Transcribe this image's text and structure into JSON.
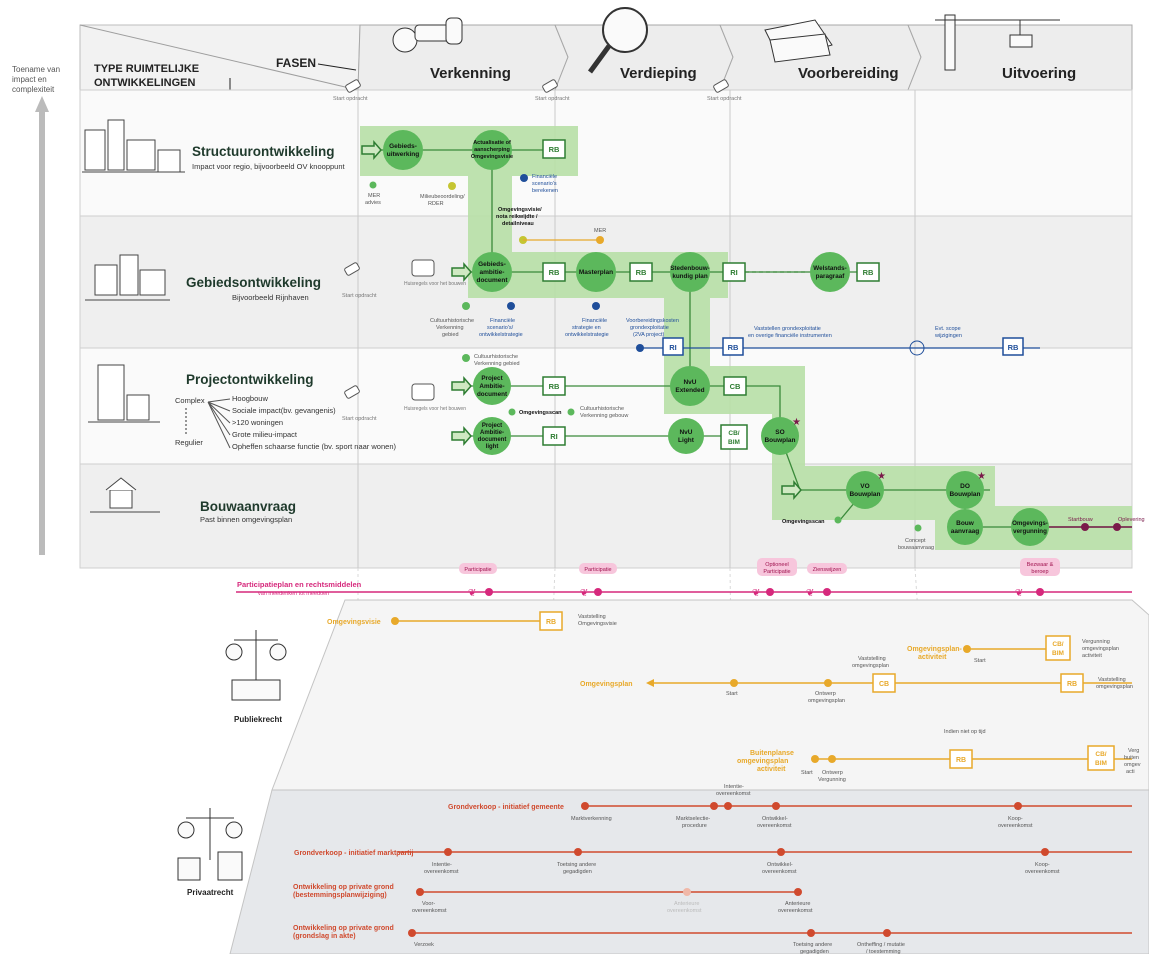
{
  "axis": {
    "vertical_label": "Toename van impact en complexiteit",
    "types_heading": "TYPE RUIMTELIJKE ONTWIKKELINGEN",
    "phases_heading": "FASEN"
  },
  "phases": [
    "Verkenning",
    "Verdieping",
    "Voorbereiding",
    "Uitvoering"
  ],
  "start_opdracht": "Start opdracht",
  "rows": [
    {
      "title": "Structuurontwikkeling",
      "subtitle": "Impact voor regio, bijvoorbeeld OV knooppunt"
    },
    {
      "title": "Gebiedsontwikkeling",
      "subtitle": "Bijvoorbeeld Rijnhaven"
    },
    {
      "title": "Projectontwikkeling",
      "subtitle": ""
    },
    {
      "title": "Bouwaanvraag",
      "subtitle": "Past binnen omgevingsplan"
    }
  ],
  "complexity": {
    "top": "Complex",
    "bottom": "Regulier",
    "items": [
      "Hoogbouw",
      "Sociale impact(bv. gevangenis)",
      ">120 woningen",
      "Grote milieu-impact",
      "Opheffen schaarse functie (bv. sport naar wonen)"
    ]
  },
  "nodes": {
    "gebiedsuitwerking": "Gebieds-uitwerking",
    "actualisatie": "Actualisatie of aanscherping Omgevingsvisie",
    "gebiedsambitie": "Gebieds-ambitie-document",
    "masterplan": "Masterplan",
    "stedenbouw": "Stedenbouw-kundig plan",
    "welstand": "Welstands-paragraaf",
    "project_ambitie": "Project Ambitie-document",
    "project_ambitie_light": "Project Ambitie-document light",
    "nvu_extended": "NvU Extended",
    "nvu_light": "NvU Light",
    "so_bouwplan": "SO Bouwplan",
    "vo_bouwplan": "VO Bouwplan",
    "do_bouwplan": "DO Bouwplan",
    "bouwaanvraag": "Bouw aanvraag",
    "omgevingsvergunning": "Omgevings-vergunning"
  },
  "boxes": {
    "rb": "RB",
    "ri": "RI",
    "cb": "CB",
    "cb_bim": "CB/ BIM"
  },
  "notes": {
    "mer_advies": "MER advies",
    "milieubeoordeling": "Milieubeoordeling/ RDER",
    "financiele_scenarios": "Financiële scenario's berekenen",
    "omgevingsvisie_nota": "Omgevingsvisie/ nota reikwijdte / detailniveau",
    "mer": "MER",
    "cultuurhistorische_gebied": "Cultuurhistorische Verkenning gebied",
    "financiele_scenarios_strategie": "Financiële scenario's/ ontwikkelstrategie",
    "financiele_strategie": "Financiële strategie en ontwikkelstrategie",
    "voorbereidingskosten": "Voorbereidingskosten grondexploitatie (2VA project)",
    "vaststellen_grondexploitatie": "Vaststellen grondexploitatie en overige financiële instrumenten",
    "evt_scope": "Evt. scope wijzigingen",
    "cultuur_gebied_project": "Cultuurhistorische Verkenning gebied",
    "omgevingsscan": "Omgevingsscan",
    "cultuur_gebouw": "Cultuurhistorische Verkenning gebouw",
    "concept_bouwaanvraag": "Concept bouwaanvraag",
    "startbouw": "Startbouw",
    "oplevering": "Oplevering",
    "huisregels_1": "Huisregels voor het bouwen",
    "huisregels_2": "Huisregels voor het bouwen"
  },
  "participation": {
    "title": "Participatieplan en rechtsmiddelen",
    "subtitle": "van meedenken tot meedoen",
    "tags": [
      "Participatie",
      "Participatie",
      "Optioneel Participatie",
      "Zienswijzen",
      "Bezwaar & beroep"
    ]
  },
  "publiekrecht": {
    "label": "Publiekrecht",
    "omgevingsvisie": "Omgevingsvisie",
    "vaststelling_visie": "Vaststelling Omgevingsvisie",
    "omgevingsplan": "Omgevingsplan",
    "start": "Start",
    "ontwerp_omgevingsplan": "Ontwerp omgevingsplan",
    "vaststelling_omgevingsplan": "Vaststelling omgevingsplan",
    "vaststelling_omgevingsplan_2": "Vaststelling omgevingsplan",
    "omgevingsplan_activiteit": "Omgevingsplan-activiteit",
    "vergunning_activiteit": "Vergunning omgevingsplan activiteit",
    "indien_niet_op_tijd": "Indien niet op tijd",
    "buitenplanse": "Buitenplanse omgevingsplan activiteit",
    "ontwerp_vergunning": "Ontwerp Vergunning",
    "verg_buiten": "Verg buiten omgev acti"
  },
  "privaatrecht": {
    "label": "Privaatrecht",
    "lines": [
      "Grondverkoop - initiatief gemeente",
      "Grondverkoop - initiatief marktpartij",
      "Ontwikkeling op private grond (bestemmingsplanwijziging)",
      "Ontwikkeling op private grond (grondslag in akte)"
    ],
    "intentie_top": "Intentie-overeenkomst",
    "marktverkenning": "Marktverkenning",
    "marktselectie": "Marktselectie-procedure",
    "ontwikkel_1": "Ontwikkel-overeenkomst",
    "koop_1": "Koop-overeenkomst",
    "intentie_2": "Intentie-overeenkomst",
    "toetsing_1": "Toetsing andere gegadigden",
    "ontwikkel_2": "Ontwikkel-overeenkomst",
    "koop_2": "Koop-overeenkomst",
    "voorovereenkomst": "Voor-overeenkomst",
    "anterieure_grey": "Anterieure overeenkomst",
    "anterieure": "Anterieure overeenkomst",
    "verzoek": "Verzoek",
    "toetsing_2": "Toetsing andere gegadigden",
    "ontheffing": "Ontheffing / mutatie / toestemming"
  },
  "colors": {
    "green": "#5cb85c",
    "green_band": "#b7dfa6",
    "blue": "#1f4e9a",
    "orange": "#e8a92a",
    "red": "#d04a2e",
    "magenta": "#d6297c",
    "maroon": "#7a1a4a"
  }
}
